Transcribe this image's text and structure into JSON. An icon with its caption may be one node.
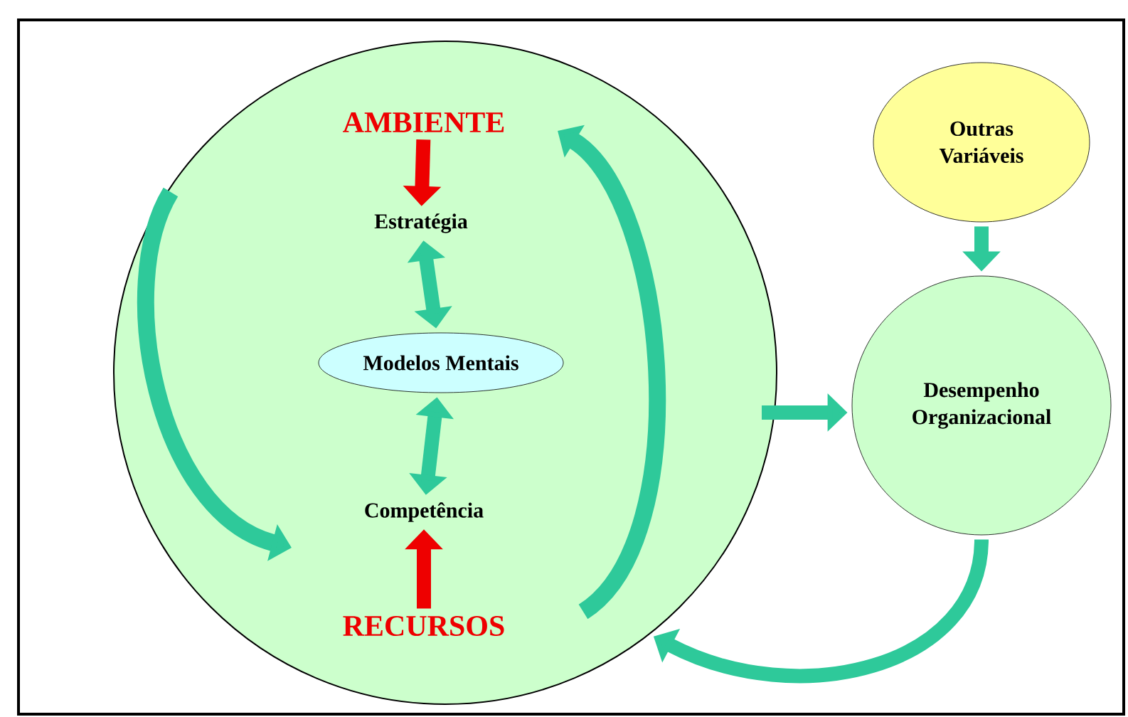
{
  "diagram": {
    "nodes": [
      {
        "text": [],
        "shape": "circle"
      },
      {
        "text": [
          "AMBIENTE"
        ],
        "in": 0
      },
      {
        "text": [
          "Estratégia"
        ],
        "in": 0
      },
      {
        "text": [
          "Modelos Mentais"
        ],
        "in": 0
      },
      {
        "text": [
          "Competência"
        ],
        "in": 0
      },
      {
        "text": [
          "RECURSOS"
        ],
        "in": 0
      },
      {
        "text": [
          "Outras Variáveis"
        ]
      },
      {
        "text": [
          "Desempenho Organizacional"
        ]
      }
    ],
    "edges": [
      {
        "from": 1,
        "to": 2,
        "arrow": "to",
        "color": "#ee0000"
      },
      {
        "from": 2,
        "to": 3,
        "arrow": "both"
      },
      {
        "from": 3,
        "to": 4,
        "arrow": "both"
      },
      {
        "from": 5,
        "to": 4,
        "arrow": "to",
        "color": "#ee0000"
      },
      {
        "from": 6,
        "to": 7,
        "arrow": "to"
      },
      {
        "from": 0,
        "to": 7,
        "arrow": "to"
      },
      {
        "from": 7,
        "to": 0,
        "arrow": "to"
      }
    ]
  }
}
